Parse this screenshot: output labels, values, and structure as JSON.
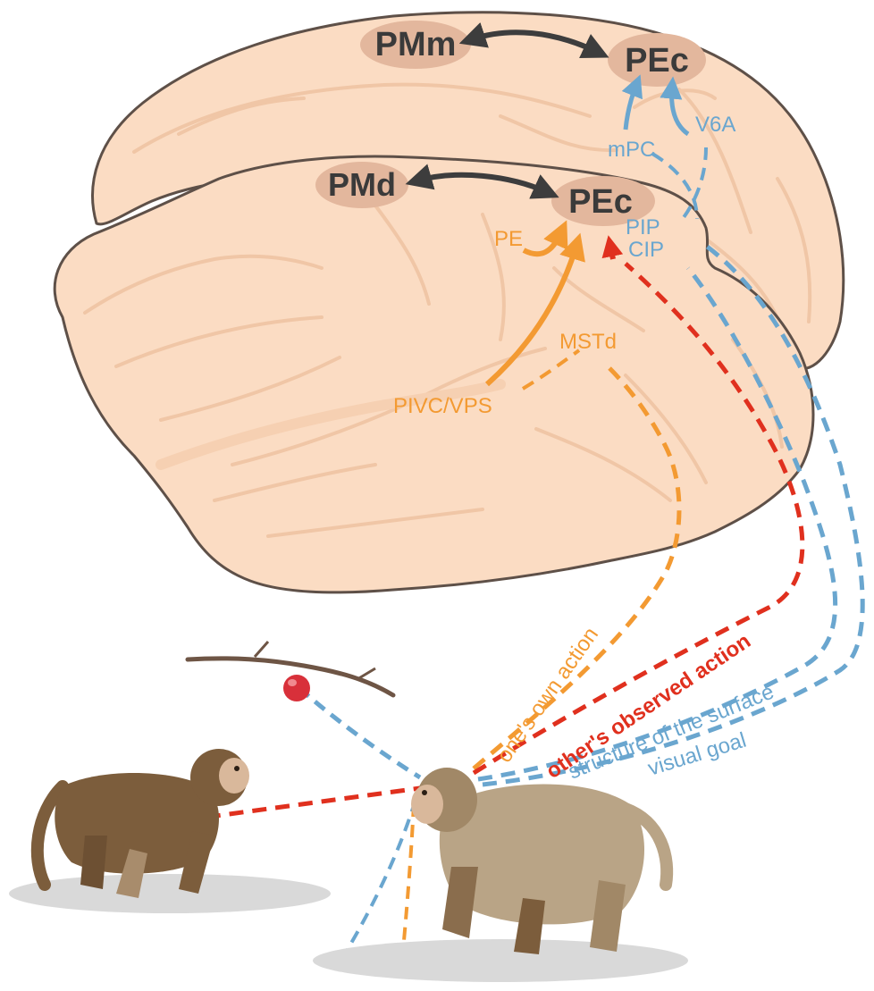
{
  "areas": {
    "medial_premotor": "PMm",
    "medial_parietal": "PEc",
    "dorsal_premotor": "PMd",
    "lateral_parietal": "PEc"
  },
  "visual_inputs": {
    "mpc": "mPC",
    "v6a": "V6A",
    "pip": "PIP",
    "cip": "CIP"
  },
  "vestibular_inputs": {
    "pe": "PE",
    "mstd": "MSTd",
    "pivc": "PIVC/VPS"
  },
  "pathways": {
    "own_action": "one's own action",
    "observed_action": "other's observed action",
    "surface_structure": "structure of the surface",
    "visual_goal": "visual goal"
  },
  "colors": {
    "brain_fill": "#fbdcc3",
    "brain_outline": "#5e5048",
    "area_blob": "#e3b79d",
    "dark_arrow": "#3d3d3d",
    "orange": "#f39a32",
    "red": "#e0301e",
    "blue": "#6aa6cf",
    "monkey_dark": "#7c5d3c",
    "monkey_light": "#b9a486",
    "shadow": "#d9d9d9"
  }
}
